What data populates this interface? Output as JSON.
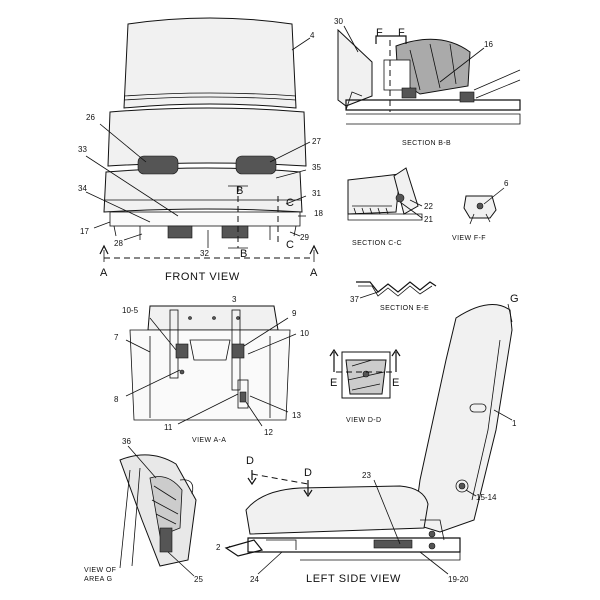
{
  "views": {
    "front": {
      "title": "FRONT VIEW",
      "callouts": [
        "4",
        "26",
        "27",
        "33",
        "35",
        "34",
        "31",
        "18",
        "17",
        "28",
        "32",
        "29"
      ],
      "section_marks": {
        "b": "B",
        "c": "C",
        "a": "A"
      }
    },
    "section_bb": {
      "title": "SECTION B-B",
      "callouts": [
        "30",
        "16"
      ],
      "marks": [
        "F",
        "F"
      ]
    },
    "section_cc": {
      "title": "SECTION C-C",
      "callouts": [
        "22",
        "21"
      ]
    },
    "view_ff": {
      "title": "VIEW F-F",
      "callouts": [
        "6"
      ]
    },
    "section_ee": {
      "title": "SECTION E-E",
      "callouts": [
        "37"
      ]
    },
    "view_aa": {
      "title": "VIEW A-A",
      "callouts": [
        "3",
        "10-5",
        "9",
        "7",
        "10",
        "8",
        "11",
        "12",
        "13"
      ]
    },
    "view_dd": {
      "title": "VIEW D-D",
      "marks": [
        "E",
        "E"
      ]
    },
    "left_side": {
      "title": "LEFT SIDE VIEW",
      "callouts": [
        "G",
        "1",
        "15-14",
        "23",
        "2",
        "24",
        "19-20"
      ],
      "marks": [
        "D",
        "D"
      ]
    },
    "area_g": {
      "title_line1": "VIEW OF",
      "title_line2": "AREA G",
      "callouts": [
        "36",
        "25"
      ]
    }
  }
}
